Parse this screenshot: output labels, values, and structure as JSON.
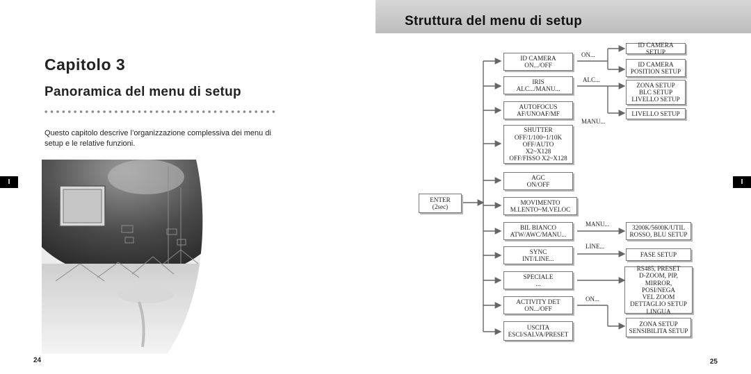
{
  "left_page": {
    "chapter": "Capitolo 3",
    "subtitle": "Panoramica del menu di setup",
    "description": "Questo capitolo descrive l’organizzazione complessiva dei menu di setup e le relative funzioni.",
    "side_tab": "I",
    "page_number": "24"
  },
  "right_page": {
    "title": "Struttura del menu di setup",
    "side_tab": "I",
    "page_number": "25"
  },
  "diagram": {
    "enter": {
      "line1": "ENTER",
      "line2": "(2sec)"
    },
    "menu": [
      {
        "lines": [
          "ID CAMERA",
          "ON.../OFF"
        ]
      },
      {
        "lines": [
          "IRIS",
          "ALC.../MANU..."
        ]
      },
      {
        "lines": [
          "AUTOFOCUS",
          "AF/UNOAF/MF"
        ]
      },
      {
        "lines": [
          "SHUTTER",
          "OFF/1/100~1/10K",
          "OFF/AUTO",
          "X2~X128",
          "OFF/FISSO X2~X128"
        ]
      },
      {
        "lines": [
          "AGC",
          "ON/OFF"
        ]
      },
      {
        "lines": [
          "MOVIMENTO",
          "M.LENTO~M.VELOC"
        ]
      },
      {
        "lines": [
          "BIL BIANCO",
          "ATW/AWC/MANU..."
        ]
      },
      {
        "lines": [
          "SYNC",
          "INT/LINE..."
        ]
      },
      {
        "lines": [
          "SPECIALE",
          "..."
        ]
      },
      {
        "lines": [
          "ACTIVITY DET",
          "ON.../OFF"
        ]
      },
      {
        "lines": [
          "USCITA",
          "ESCI/SALVA/PRESET"
        ]
      }
    ],
    "tags": [
      "ON...",
      "ALC...",
      "MANU...",
      "MANU...",
      "LINE...",
      "ON..."
    ],
    "sub": [
      {
        "lines": [
          "ID CAMERA SETUP"
        ]
      },
      {
        "lines": [
          "ID CAMERA",
          "POSITION SETUP"
        ]
      },
      {
        "lines": [
          "ZONA SETUP",
          "BLC SETUP",
          "LIVELLO SETUP"
        ]
      },
      {
        "lines": [
          "LIVELLO SETUP"
        ]
      },
      {
        "lines": [
          "3200K/5600K/UTIL",
          "ROSSO, BLU SETUP"
        ]
      },
      {
        "lines": [
          "FASE SETUP"
        ]
      },
      {
        "lines": [
          "RS485, PRESET",
          "D-ZOOM, PIP,",
          "MIRROR, POSI/NEGA",
          "VEL ZOOM",
          "DETTAGLIO SETUP",
          "LINGUA"
        ]
      },
      {
        "lines": [
          "ZONA SETUP",
          "SENSIBILITA SETUP"
        ]
      }
    ]
  },
  "colors": {
    "header_band": "#c8c8c8",
    "tab_bg": "#000000",
    "box_border": "#777777"
  }
}
